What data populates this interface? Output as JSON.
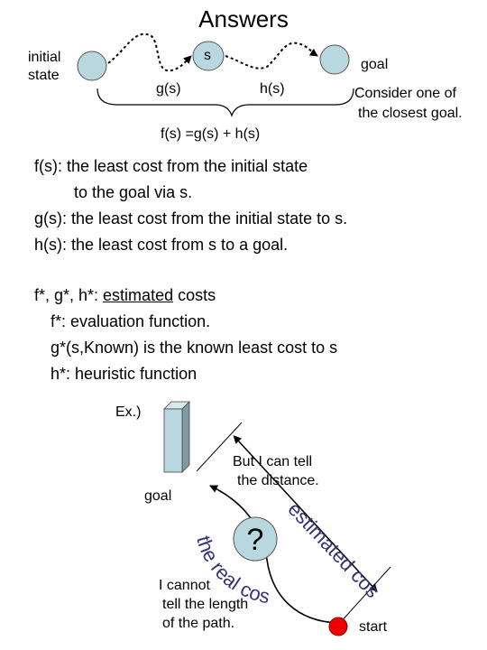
{
  "title": "Answers",
  "top_diagram": {
    "initial_state_line1": "initial",
    "initial_state_line2": "state",
    "s_label": "s",
    "goal_label": "goal",
    "g_label": "g(s)",
    "h_label": "h(s)",
    "f_formula": "f(s) =g(s) + h(s)",
    "note_line1": "Consider one of",
    "note_line2": "the closest goal."
  },
  "definitions": [
    "f(s): the least cost from the initial state",
    "to the goal via s.",
    "g(s): the least cost from the initial state to s.",
    "h(s): the least cost from s to a goal."
  ],
  "estimated": {
    "prefix": "f*, g*, h*: ",
    "underlined": "estimated",
    "suffix": " costs",
    "items": [
      "f*: evaluation function.",
      "g*(s,Known) is the known least cost to s",
      "h*: heuristic function"
    ]
  },
  "example": {
    "label": "Ex.)",
    "goal_label": "goal",
    "start_label": "start",
    "question_mark": "?",
    "tell_distance_line1": "But I can tell",
    "tell_distance_line2": "the distance.",
    "cannot_line1": "I cannot",
    "cannot_line2": "tell the length",
    "cannot_line3": "of the path.",
    "estimated_cost": "estimated cost",
    "real_cost": "the real cost"
  },
  "colors": {
    "node_fill": "#b9d7de",
    "start_fill": "#ee0000",
    "box_fill": "#b9d7de",
    "arc_text": "#33337a"
  }
}
